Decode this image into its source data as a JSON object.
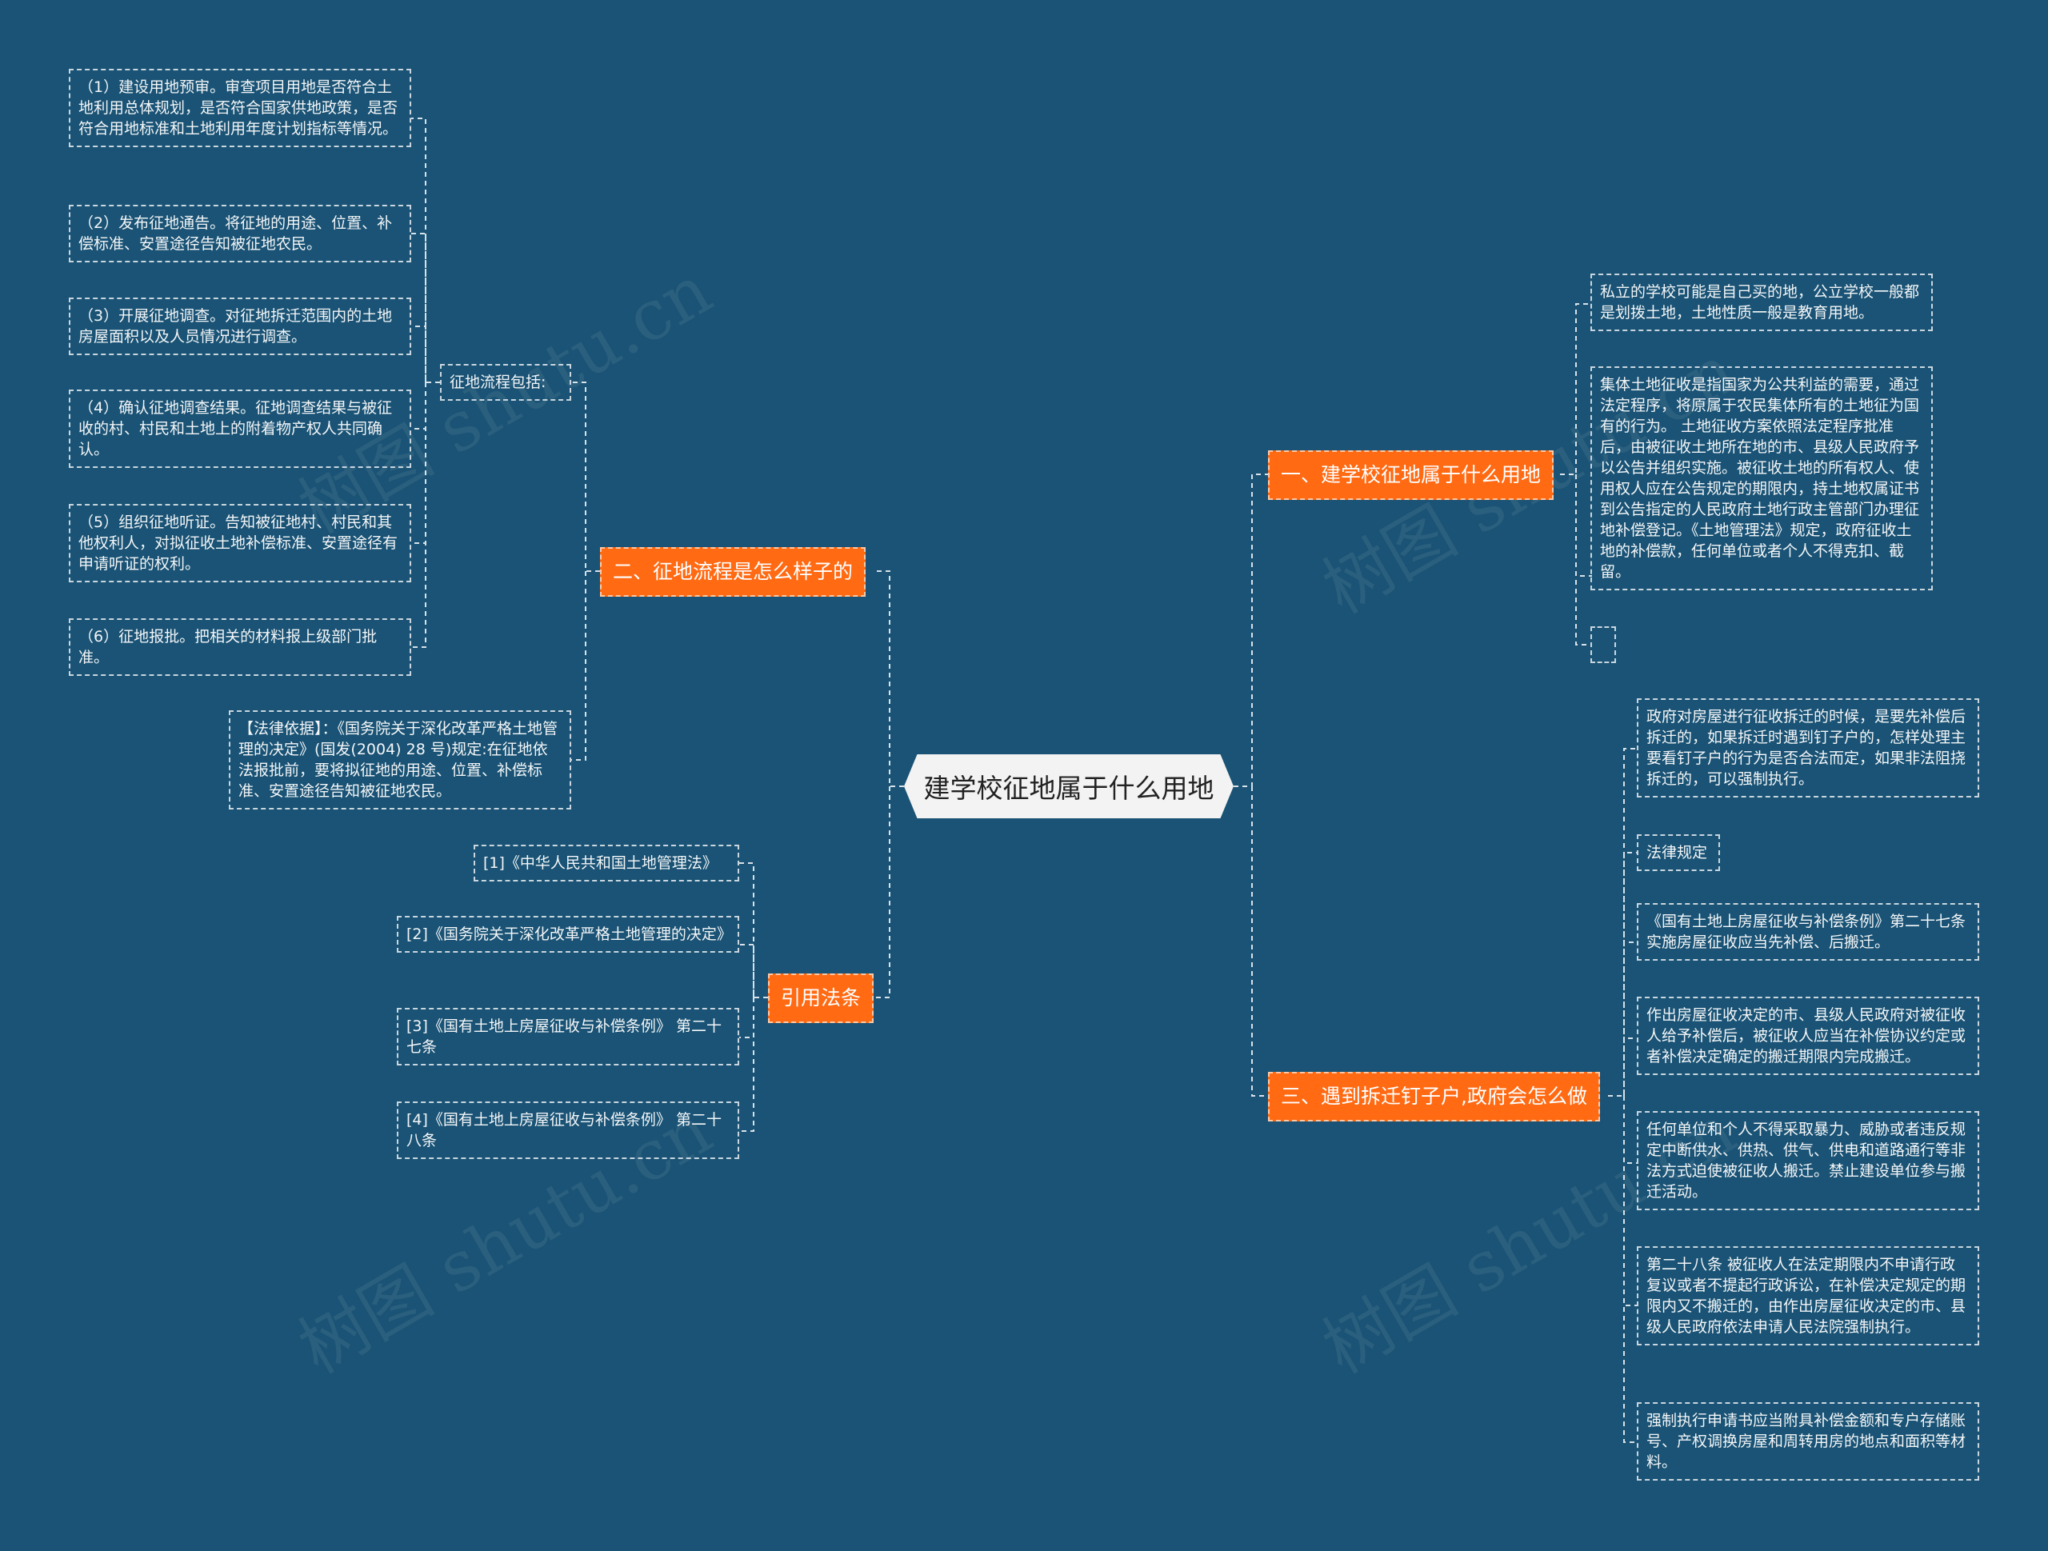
{
  "root": {
    "title": "建学校征地属于什么用地"
  },
  "branches": {
    "b1": {
      "label": "一、建学校征地属于什么用地"
    },
    "b2": {
      "label": "二、征地流程是怎么样子的"
    },
    "b3": {
      "label": "三、遇到拆迁钉子户,政府会怎么做"
    },
    "b4": {
      "label": "引用法条"
    }
  },
  "b1_leaves": [
    "私立的学校可能是自己买的地，公立学校一般都是划拨土地，土地性质一般是教育用地。",
    "集体土地征收是指国家为公共利益的需要，通过法定程序，将原属于农民集体所有的土地征为国有的行为。 土地征收方案依照法定程序批准后，由被征收土地所在地的市、县级人民政府予以公告并组织实施。被征收土地的所有权人、使用权人应在公告规定的期限内，持土地权属证书到公告指定的人民政府土地行政主管部门办理征地补偿登记。《土地管理法》规定，政府征收土地的补偿款，任何单位或者个人不得克扣、截留。",
    ""
  ],
  "b2": {
    "sub_label": "征地流程包括:",
    "steps": [
      "（1）建设用地预审。审查项目用地是否符合土地利用总体规划，是否符合国家供地政策，是否符合用地标准和土地利用年度计划指标等情况。",
      "（2）发布征地通告。将征地的用途、位置、补偿标准、安置途径告知被征地农民。",
      "（3）开展征地调查。对征地拆迁范围内的土地房屋面积以及人员情况进行调查。",
      "（4）确认征地调查结果。征地调查结果与被征收的村、村民和土地上的附着物产权人共同确认。",
      "（5）组织征地听证。告知被征地村、村民和其他权利人，对拟征收土地补偿标准、安置途径有申请听证的权利。",
      "（6）征地报批。把相关的材料报上级部门批准。"
    ],
    "legal_basis": "【法律依据】：《国务院关于深化改革严格土地管理的决定》(国发(2004) 28 号)规定:在征地依法报批前，要将拟征地的用途、位置、补偿标准、安置途径告知被征地农民。"
  },
  "b3_leaves": [
    "政府对房屋进行征收拆迁的时候，是要先补偿后拆迁的，如果拆迁时遇到钉子户的，怎样处理主要看钉子户的行为是否合法而定，如果非法阻挠拆迁的，可以强制执行。",
    "法律规定",
    "《国有土地上房屋征收与补偿条例》第二十七条 实施房屋征收应当先补偿、后搬迁。",
    "作出房屋征收决定的市、县级人民政府对被征收人给予补偿后，被征收人应当在补偿协议约定或者补偿决定确定的搬迁期限内完成搬迁。",
    "任何单位和个人不得采取暴力、威胁或者违反规定中断供水、供热、供气、供电和道路通行等非法方式迫使被征收人搬迁。禁止建设单位参与搬迁活动。",
    "第二十八条 被征收人在法定期限内不申请行政复议或者不提起行政诉讼，在补偿决定规定的期限内又不搬迁的，由作出房屋征收决定的市、县级人民政府依法申请人民法院强制执行。",
    "强制执行申请书应当附具补偿金额和专户存储账号、产权调换房屋和周转用房的地点和面积等材料。"
  ],
  "b4_leaves": [
    "[1]《中华人民共和国土地管理法》",
    "[2]《国务院关于深化改革严格土地管理的决定》",
    "[3]《国有土地上房屋征收与补偿条例》 第二十七条",
    "[4]《国有土地上房屋征收与补偿条例》 第二十八条"
  ],
  "watermark": "树图 shutu.cn",
  "colors": {
    "background": "#1a5375",
    "branch": "#ff6a13",
    "root": "#f3f3f3",
    "line": "#d8e2ea"
  }
}
